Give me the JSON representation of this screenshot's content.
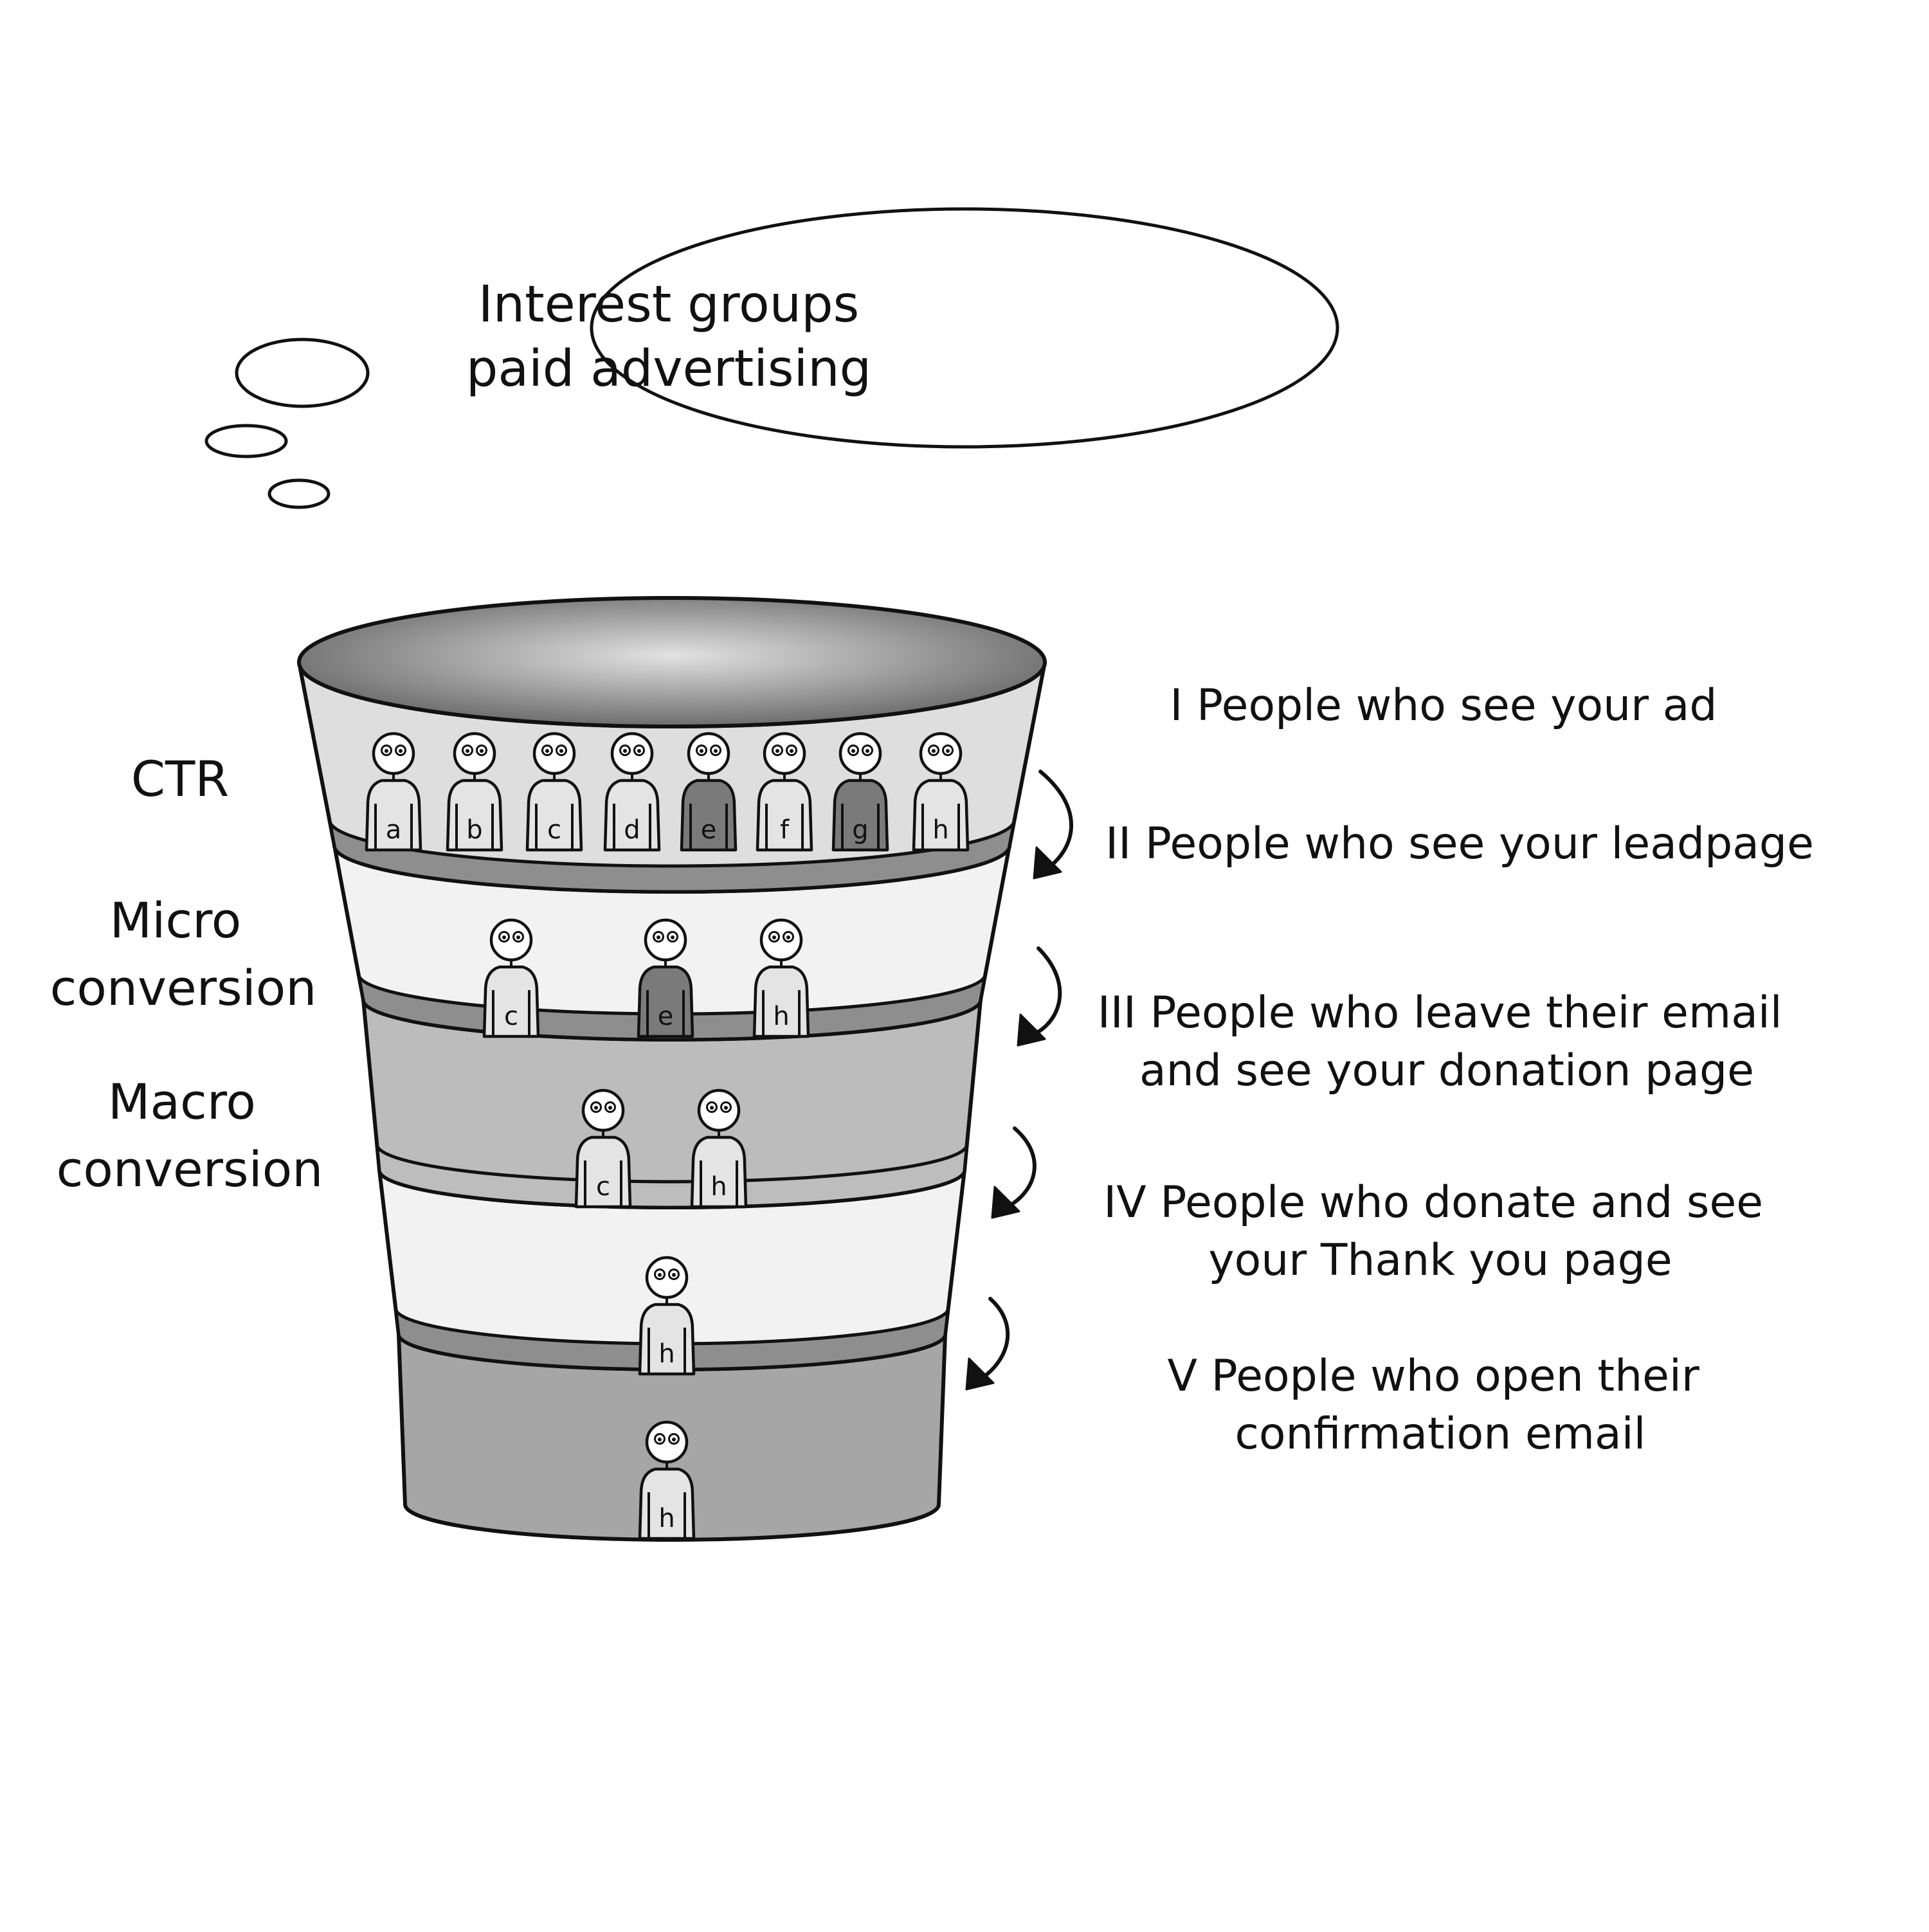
{
  "thought_bubble": {
    "line1": "Interest groups",
    "line2": "paid advertising"
  },
  "metrics": [
    {
      "lines": [
        "CTR"
      ]
    },
    {
      "lines": [
        "Micro",
        "conversion"
      ]
    },
    {
      "lines": [
        "Macro",
        "conversion"
      ]
    }
  ],
  "stages": [
    {
      "lines": [
        "I People who see your ad"
      ]
    },
    {
      "lines": [
        "II People who see your leadpage"
      ]
    },
    {
      "lines": [
        "III People who leave their email",
        "and see your donation page"
      ]
    },
    {
      "lines": [
        "IV People who donate and see",
        "your Thank you page"
      ]
    },
    {
      "lines": [
        "V People who open their",
        "confirmation email"
      ]
    }
  ],
  "tiers": [
    {
      "people": [
        {
          "letter": "a",
          "shade": "light"
        },
        {
          "letter": "b",
          "shade": "light"
        },
        {
          "letter": "c",
          "shade": "light"
        },
        {
          "letter": "d",
          "shade": "light"
        },
        {
          "letter": "e",
          "shade": "dark"
        },
        {
          "letter": "f",
          "shade": "light"
        },
        {
          "letter": "g",
          "shade": "dark"
        },
        {
          "letter": "h",
          "shade": "light"
        }
      ]
    },
    {
      "people": [
        {
          "letter": "c",
          "shade": "light"
        },
        {
          "letter": "e",
          "shade": "dark"
        },
        {
          "letter": "h",
          "shade": "light"
        }
      ]
    },
    {
      "people": [
        {
          "letter": "c",
          "shade": "light"
        },
        {
          "letter": "h",
          "shade": "light"
        }
      ]
    },
    {
      "people": [
        {
          "letter": "h",
          "shade": "light"
        }
      ]
    },
    {
      "people": [
        {
          "letter": "h",
          "shade": "light"
        }
      ]
    }
  ],
  "colors": {
    "ink": "#111111",
    "shirt_light": "#e4e4e4",
    "shirt_dark": "#7a7a7a",
    "band_light": "#f2f2f2",
    "band_mid": "#dedede",
    "band_gray": "#bcbcbc",
    "band_dark": "#a6a6a6",
    "rim_dark": "#8e8e8e",
    "rim_mid": "#bdbdbd",
    "interior_center": "#e2e2e2",
    "interior_edge": "#5e5e5e"
  }
}
